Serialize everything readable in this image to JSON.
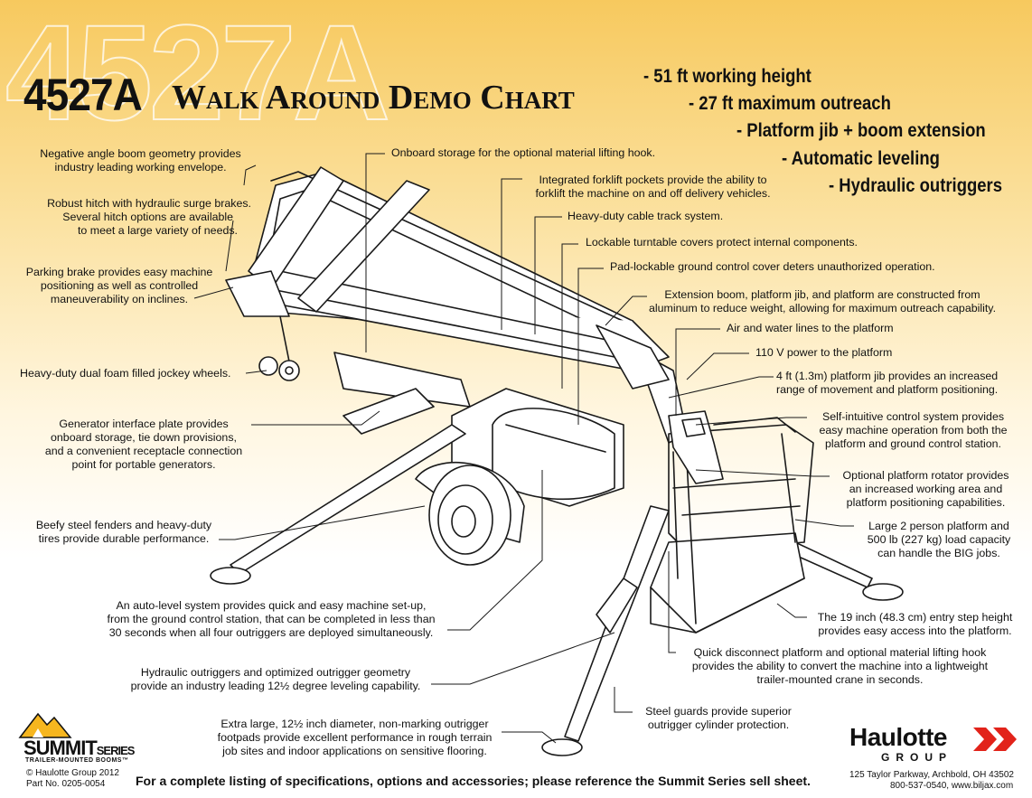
{
  "header": {
    "watermark": "4527A",
    "model": "4527A",
    "title": "Walk Around Demo Chart"
  },
  "features": [
    "- 51 ft working height",
    "- 27 ft maximum outreach",
    "- Platform jib + boom extension",
    "- Automatic leveling",
    "- Hydraulic outriggers"
  ],
  "callouts": {
    "neg_angle": [
      "Negative angle boom geometry provides",
      "industry leading working envelope."
    ],
    "hitch": [
      "Robust hitch with hydraulic surge brakes.",
      "Several hitch options are available",
      "to meet a large variety of needs."
    ],
    "parking": [
      "Parking brake provides easy machine",
      "positioning as well as controlled",
      "maneuverability on inclines."
    ],
    "jockey": [
      "Heavy-duty dual foam filled jockey wheels."
    ],
    "generator": [
      "Generator interface plate provides",
      "onboard storage, tie down provisions,",
      "and a convenient receptacle connection",
      "point for portable generators."
    ],
    "fenders": [
      "Beefy steel fenders and heavy-duty",
      "tires provide durable performance."
    ],
    "autolevel": [
      "An auto-level system provides quick and easy machine set-up,",
      "from the ground control station, that can be completed in less than",
      "30 seconds when all four outriggers are deployed simultaneously."
    ],
    "hyd_out": [
      "Hydraulic outriggers and optimized outrigger geometry",
      "provide an industry leading 12½ degree leveling capability."
    ],
    "footpads": [
      "Extra large, 12½ inch diameter, non-marking outrigger",
      "footpads provide excellent performance in rough terrain",
      "job sites and indoor applications on sensitive flooring."
    ],
    "storage": [
      "Onboard storage for the optional material lifting hook."
    ],
    "forklift": [
      "Integrated forklift pockets provide the ability to",
      "forklift the machine on and off delivery vehicles."
    ],
    "cable": [
      "Heavy-duty cable track system."
    ],
    "turntable": [
      "Lockable turntable covers protect internal components."
    ],
    "padlock": [
      "Pad-lockable ground control cover deters unauthorized operation."
    ],
    "extension": [
      "Extension boom, platform jib, and platform are constructed from",
      "aluminum to reduce weight, allowing for maximum outreach capability."
    ],
    "air": [
      "Air and water lines to the platform"
    ],
    "power": [
      "110 V power to the platform"
    ],
    "jib": [
      "4 ft (1.3m) platform jib provides an increased",
      "range of movement and platform positioning."
    ],
    "control": [
      "Self-intuitive control system provides",
      "easy machine operation from both the",
      "platform and ground control station."
    ],
    "rotator": [
      "Optional platform rotator provides",
      "an increased working area and",
      "platform positioning capabilities."
    ],
    "platform": [
      "Large 2 person platform and",
      "500 lb (227 kg) load capacity",
      "can handle the BIG jobs."
    ],
    "step": [
      "The 19 inch (48.3 cm) entry step height",
      "provides easy access into the platform."
    ],
    "quick": [
      "Quick disconnect platform and optional material lifting hook",
      "provides the ability to convert the machine into a lightweight",
      "trailer-mounted crane in seconds."
    ],
    "guards": [
      "Steel guards provide superior",
      "outrigger cylinder protection."
    ]
  },
  "footer": {
    "text": "For a complete listing of specifications, options and accessories; please reference the Summit Series sell sheet.",
    "copyright": "© Haulotte Group 2012",
    "part": "Part No. 0205-0054",
    "address": "125 Taylor Parkway, Archbold, OH  43502",
    "contact": "800-537-0540, www.biljax.com"
  },
  "logos": {
    "summit_main": "SUMMIT",
    "summit_series": "SERIES",
    "summit_sub": "TRAILER-MOUNTED BOOMS™",
    "haulotte": "Haulotte",
    "group": "GROUP"
  },
  "colors": {
    "accent": "#f6b61f",
    "brand_red": "#e2231a",
    "ink": "#111111"
  }
}
